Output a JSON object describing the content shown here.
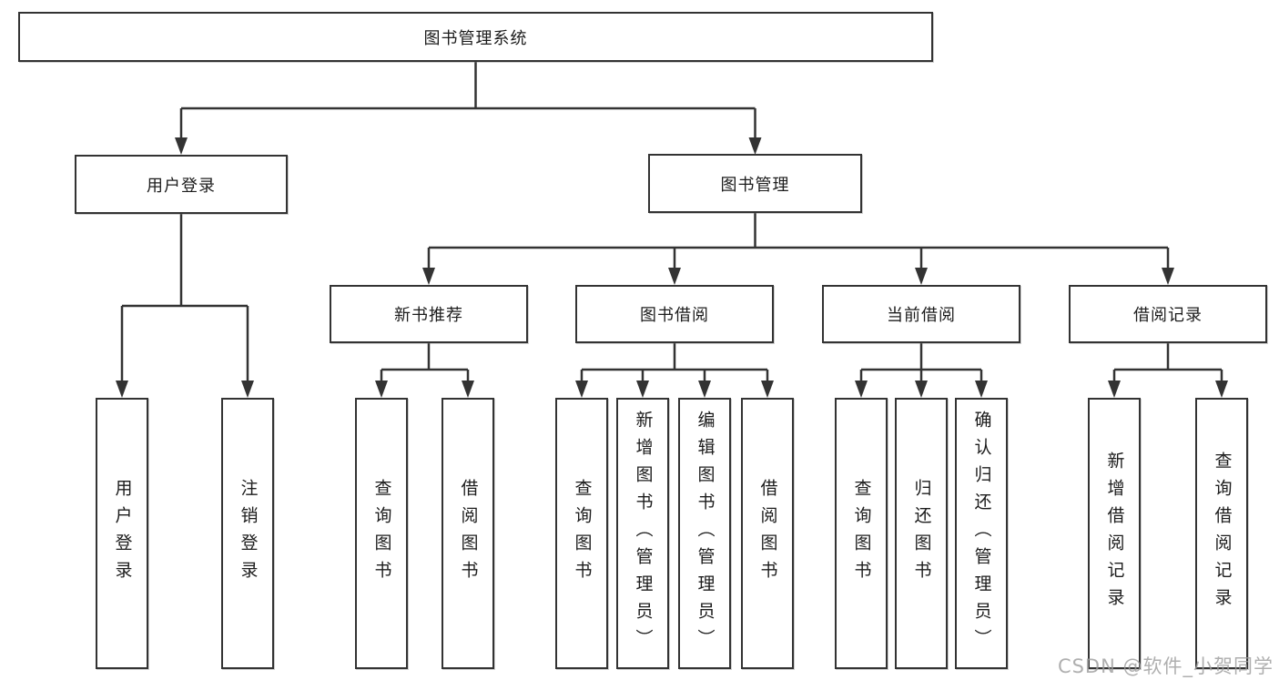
{
  "tree": {
    "label": "图书管理系统",
    "children": [
      {
        "label": "用户登录",
        "children": [
          {
            "label": "用户登录"
          },
          {
            "label": "注销登录"
          }
        ]
      },
      {
        "label": "图书管理",
        "children": [
          {
            "label": "新书推荐",
            "children": [
              {
                "label": "查询图书"
              },
              {
                "label": "借阅图书"
              }
            ]
          },
          {
            "label": "图书借阅",
            "children": [
              {
                "label": "查询图书"
              },
              {
                "label": "新增图书（管理员）"
              },
              {
                "label": "编辑图书（管理员）"
              },
              {
                "label": "借阅图书"
              }
            ]
          },
          {
            "label": "当前借阅",
            "children": [
              {
                "label": "查询图书"
              },
              {
                "label": "归还图书"
              },
              {
                "label": "确认归还（管理员）"
              }
            ]
          },
          {
            "label": "借阅记录",
            "children": [
              {
                "label": "新增借阅记录"
              },
              {
                "label": "查询借阅记录"
              }
            ]
          }
        ]
      }
    ]
  },
  "watermark": {
    "text": "CSDN @软件_小贺同学"
  },
  "colors": {
    "line": "#333333",
    "box_border": "#333333",
    "text": "#1c1c1c",
    "watermark": "#9e9e9e",
    "background": "#ffffff"
  }
}
